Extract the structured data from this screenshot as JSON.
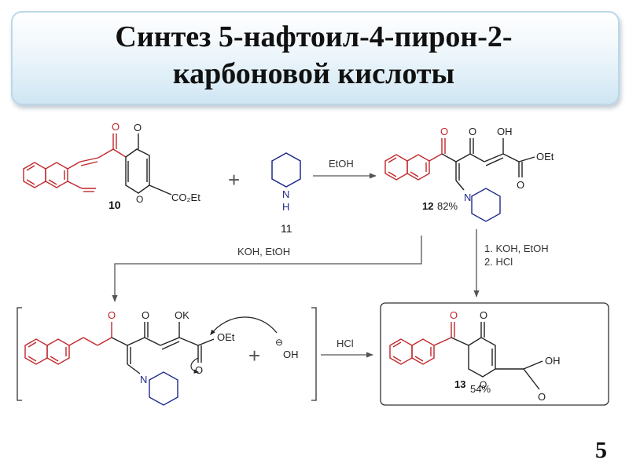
{
  "slide": {
    "title_line1": "Синтез 5-нафтоил-4-пирон-2-",
    "title_line2": "карбоновой кислоты",
    "page_number": "5"
  },
  "scheme": {
    "reactants": {
      "pyrone_number": "10",
      "pyrone_substituent": "CO₂Et",
      "plus": "+",
      "amine_number": "11",
      "amine_nh": "N",
      "amine_h": "H"
    },
    "step1": {
      "reagent": "EtOH"
    },
    "product12": {
      "label": "12",
      "yield": "82%",
      "oh": "OH",
      "oet": "OEt",
      "n": "N"
    },
    "step2": {
      "reagent_line1": "1. KOH, EtOH",
      "reagent_line2": "2. HCl"
    },
    "side_path": {
      "reagent": "KOH, EtOH"
    },
    "intermediate": {
      "ok": "OK",
      "oet": "OEt",
      "n": "N",
      "plus": "+",
      "minus_sign": "⊖",
      "hydroxide": "OH"
    },
    "step3": {
      "reagent": "HCl"
    },
    "product13": {
      "label": "13",
      "yield": "54%",
      "oh": "OH"
    },
    "atoms": {
      "oxygen": "O"
    },
    "colors": {
      "naphthoyl": "#c0262a",
      "skeleton": "#222222",
      "nitrogen_ring": "#1f2a8c",
      "arrow": "#555555"
    }
  }
}
